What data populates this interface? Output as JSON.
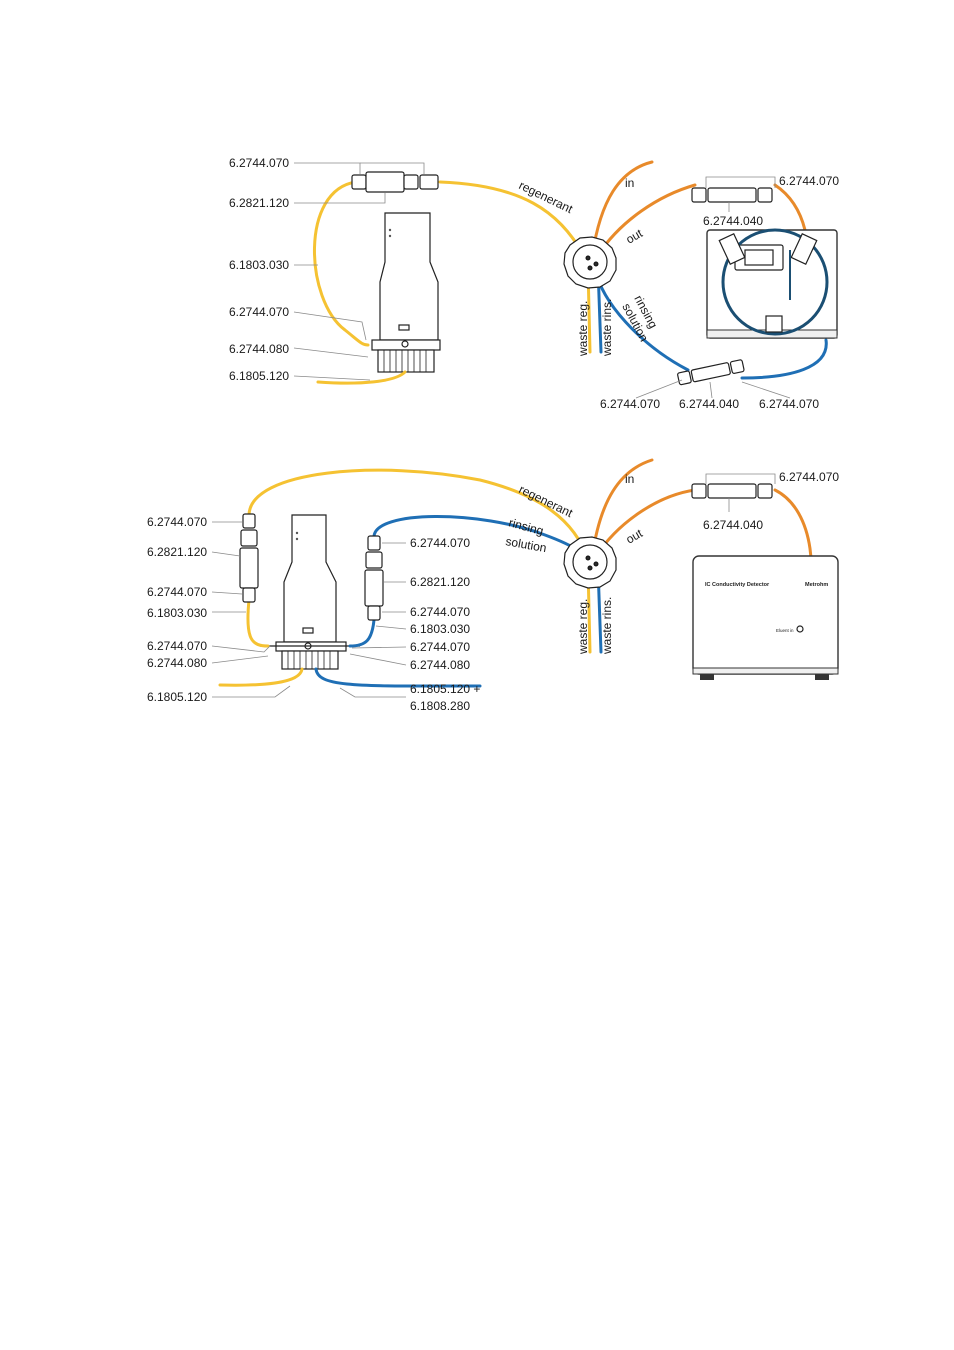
{
  "top_diagram": {
    "part_labels": {
      "p1": "6.2744.070",
      "p2": "6.2821.120",
      "p3": "6.1803.030",
      "p4": "6.2744.070",
      "p5": "6.2744.080",
      "p6": "6.1805.120",
      "p7": "6.2744.070",
      "p8": "6.2744.040",
      "p9": "6.2744.070",
      "p10": "6.2744.040",
      "p11": "6.2744.070"
    },
    "tube_labels": {
      "regenerant": "regenerant",
      "in": "in",
      "out": "out",
      "rinsing": "rinsing",
      "solution": "solution",
      "waste_reg": "waste reg.",
      "waste_rins": "waste rins."
    }
  },
  "bottom_diagram": {
    "part_labels": {
      "p1": "6.2744.070",
      "p2": "6.2821.120",
      "p3": "6.2744.070",
      "p4": "6.1803.030",
      "p5": "6.2744.070",
      "p6": "6.2744.080",
      "p7": "6.1805.120",
      "p8": "6.2744.070",
      "p9": "6.2821.120",
      "p10": "6.2744.070",
      "p11": "6.1803.030",
      "p12": "6.2744.070",
      "p13": "6.2744.080",
      "p14a": "6.1805.120 +",
      "p14b": "6.1808.280",
      "p15": "6.2744.070",
      "p16": "6.2744.040"
    },
    "tube_labels": {
      "regenerant": "regenerant",
      "rinsing": "rinsing",
      "solution": "solution",
      "in": "in",
      "out": "out",
      "waste_reg": "waste reg.",
      "waste_rins": "waste rins."
    },
    "detector": {
      "name": "IC Conductivity Detector",
      "brand": "Metrohm",
      "port": "Eluent in"
    }
  },
  "colors": {
    "regenerant_tube": "#f5c232",
    "eluent_tube": "#e88a2a",
    "rinsing_tube": "#1f6fb5",
    "detector_tube": "#1b4f73"
  }
}
